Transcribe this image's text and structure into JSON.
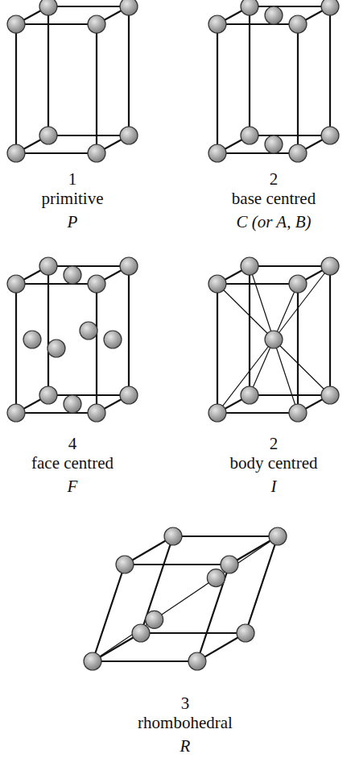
{
  "diagram": {
    "labels": [
      "1",
      "primitive",
      "P",
      "2",
      "base centred",
      "C (or A, B)",
      "4",
      "face centred",
      "F",
      "2",
      "body centred",
      "I",
      "3",
      "rhombohedral",
      "R"
    ]
  }
}
